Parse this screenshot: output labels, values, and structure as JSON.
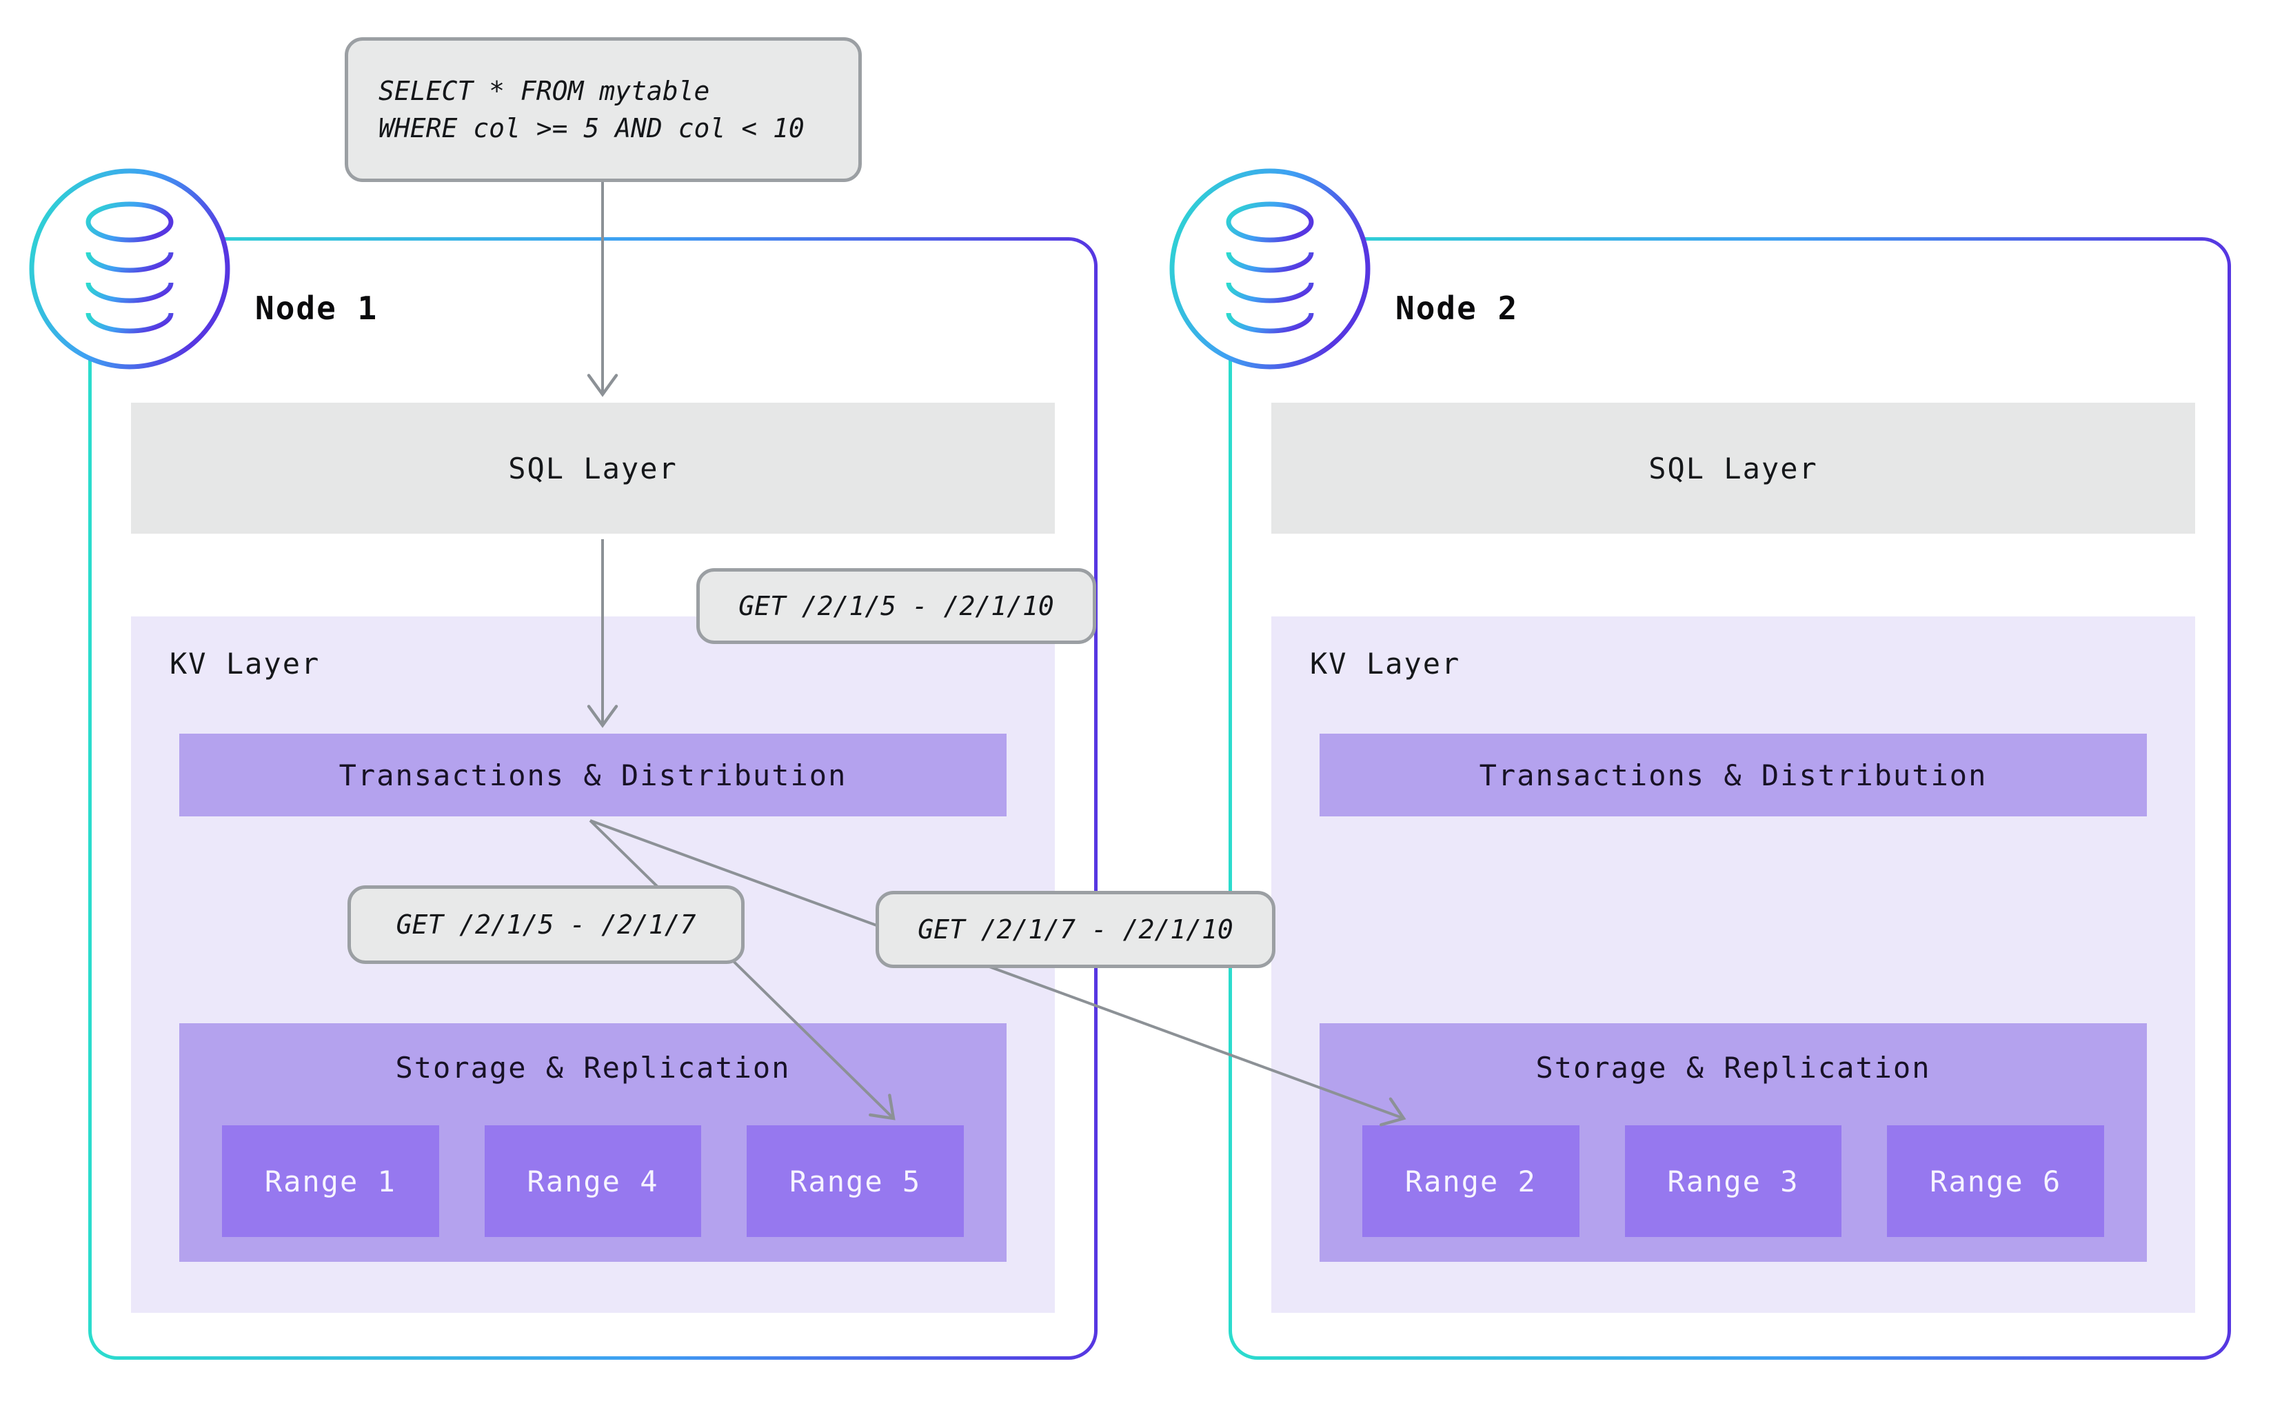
{
  "query_box": {
    "line1": "SELECT * FROM mytable",
    "line2": "WHERE col >= 5 AND col < 10"
  },
  "requests": {
    "full_range": "GET /2/1/5 - /2/1/10",
    "left_split": "GET /2/1/5 - /2/1/7",
    "right_split": "GET /2/1/7 - /2/1/10"
  },
  "nodes": [
    {
      "title": "Node 1",
      "icon": "database-icon",
      "sql_layer_label": "SQL Layer",
      "kv_layer_label": "KV Layer",
      "transactions_label": "Transactions & Distribution",
      "storage_label": "Storage & Replication",
      "ranges": [
        "Range 1",
        "Range 4",
        "Range 5"
      ]
    },
    {
      "title": "Node 2",
      "icon": "database-icon",
      "sql_layer_label": "SQL Layer",
      "kv_layer_label": "KV Layer",
      "transactions_label": "Transactions & Distribution",
      "storage_label": "Storage & Replication",
      "ranges": [
        "Range 2",
        "Range 3",
        "Range 6"
      ]
    }
  ],
  "colors": {
    "node_border_teal": "#2bdccd",
    "node_border_blue": "#3f9ff3",
    "node_border_purple": "#5636e1",
    "layer_gray": "#e6e7e7",
    "kv_lavender": "#ece8fa",
    "bar_purple": "#b4a2ee",
    "range_purple": "#9678ef",
    "label_box_gray": "#e8e9e9",
    "label_box_border": "#9b9fa3",
    "arrow_gray": "#8c9196"
  }
}
